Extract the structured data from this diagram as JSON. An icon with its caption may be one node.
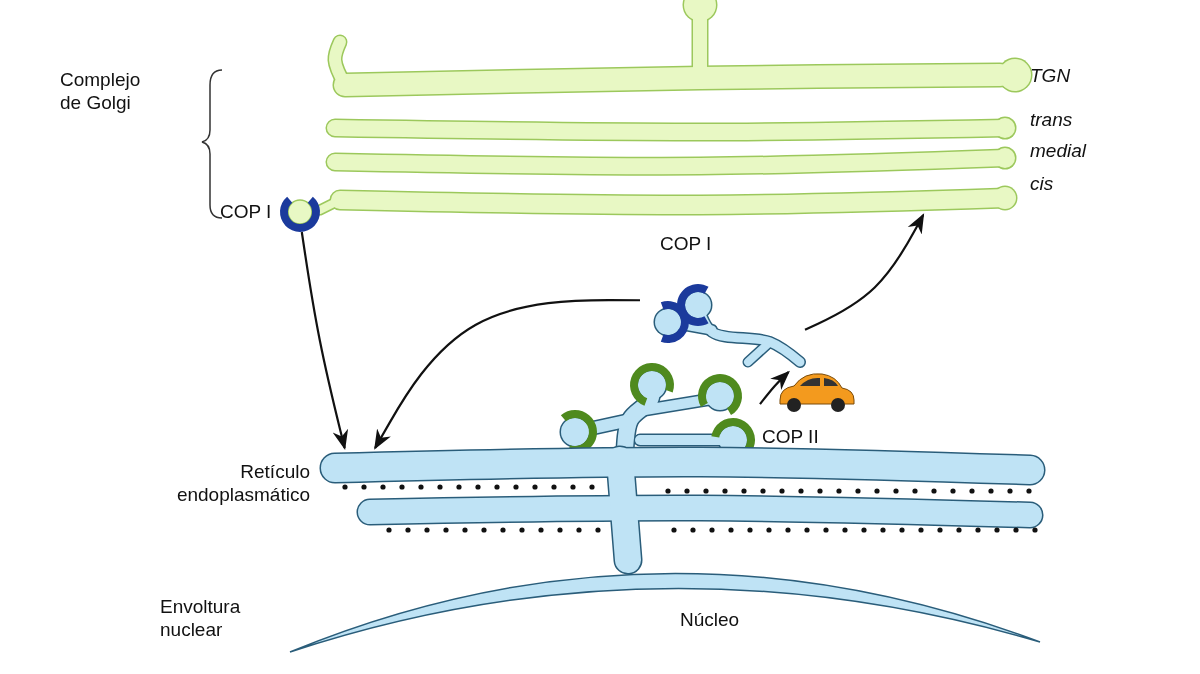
{
  "diagram": {
    "nodes": [
      {
        "text": [],
        "shape": "picture"
      },
      {
        "text": [],
        "shape": "circle",
        "beside": [
          "COP I"
        ]
      },
      {
        "text": [],
        "shape": "picture",
        "beside": [
          "COP I"
        ]
      },
      {
        "text": [],
        "shape": "picture",
        "beside": [
          "COP II"
        ]
      },
      {
        "text": [],
        "shape": "picture",
        "beside": [
          "Retículo endoplasmático"
        ]
      }
    ],
    "edges": [
      {
        "from": 1,
        "to": 4,
        "arrow": "to"
      },
      {
        "from": 2,
        "to": 4,
        "arrow": "to"
      },
      {
        "from": 3,
        "to": 2,
        "arrow": "to"
      },
      {
        "from": 2,
        "to": 0,
        "arrow": "to"
      }
    ],
    "labels": [
      "Complejo de Golgi",
      "TGN",
      "trans",
      "medial",
      "cis",
      "Envoltura nuclear",
      "Núcleo"
    ]
  }
}
